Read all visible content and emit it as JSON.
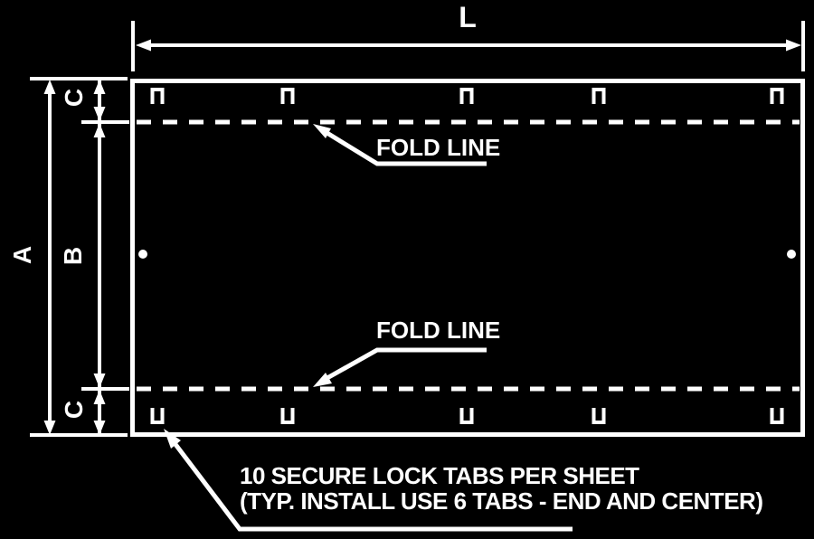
{
  "colors": {
    "background": "#000000",
    "line": "#ffffff"
  },
  "dimensions": {
    "length_label": "L",
    "overall_height_label": "A",
    "inner_panel_label": "B",
    "top_flange_label": "C",
    "bottom_flange_label": "C"
  },
  "callouts": {
    "fold_line_top": "FOLD LINE",
    "fold_line_bottom": "FOLD LINE",
    "note_line1": "10 SECURE LOCK TABS PER SHEET",
    "note_line2": "(TYP. INSTALL USE 6 TABS - END AND CENTER)"
  },
  "tabs": {
    "top_count": 5,
    "bottom_count": 5,
    "total_per_sheet": 10
  }
}
